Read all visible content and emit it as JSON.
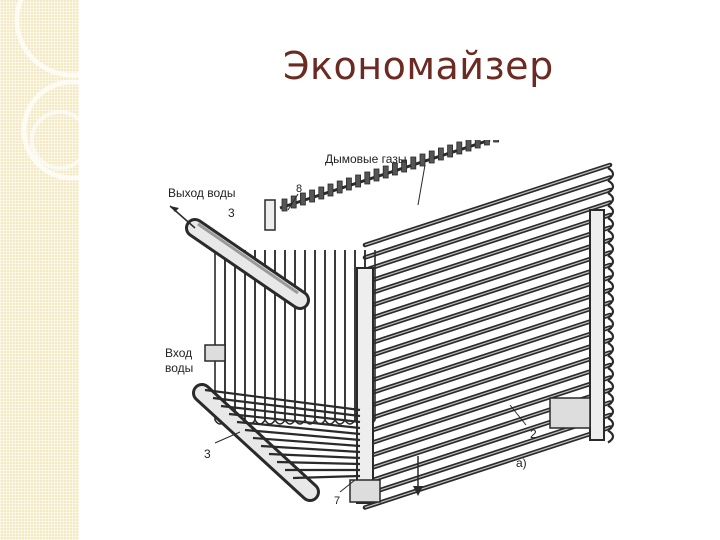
{
  "slide": {
    "title": "Экономайзер"
  },
  "figure": {
    "labels": {
      "flue_gases": "Дымовые газы",
      "water_out": "Выход воды",
      "water_in_line1": "Вход",
      "water_in_line2": "воды",
      "num_3_top": "3",
      "num_8": "8",
      "num_3_bottom": "3",
      "num_2": "2",
      "num_7": "7",
      "sub_a": "а)"
    }
  },
  "colors": {
    "title": "#6b2a22",
    "strip": "#f3e9c2",
    "ink": "#222222"
  }
}
